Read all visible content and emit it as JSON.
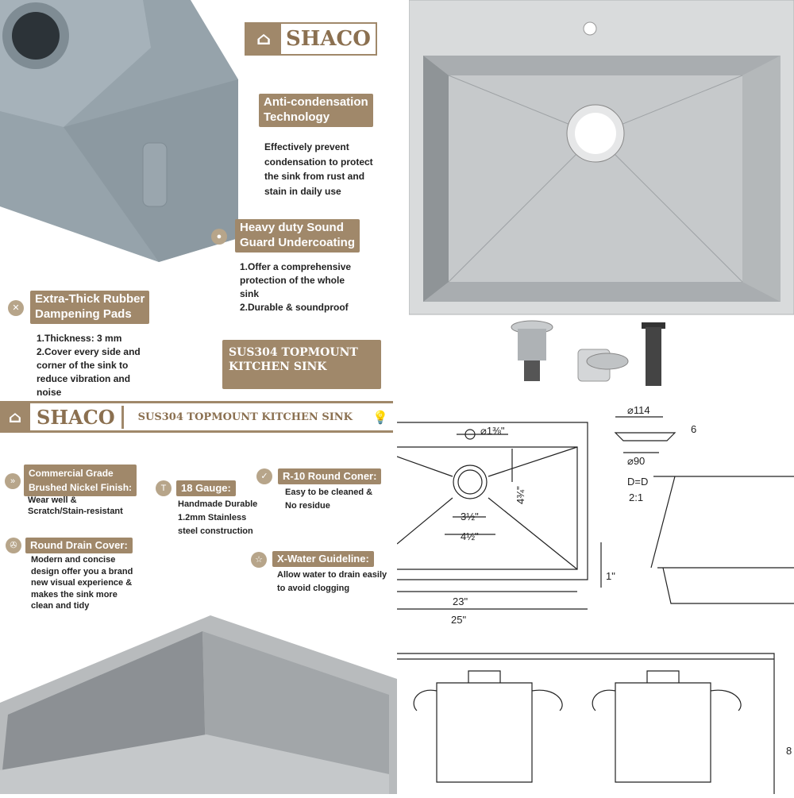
{
  "brand": "SHACO",
  "colors": {
    "accent": "#a0886a",
    "text": "#222222"
  },
  "q1": {
    "features": [
      {
        "title": "Anti-condensation\nTechnology",
        "desc": "Effectively prevent\ncondensation to protect\nthe sink from rust and\nstain in daily use"
      },
      {
        "title": "Heavy duty Sound\nGuard Undercoating",
        "desc": "1.Offer a comprehensive\nprotection of the whole\nsink\n2.Durable & soundproof"
      },
      {
        "title": "Extra-Thick Rubber\nDampening Pads",
        "desc": "1.Thickness: 3 mm\n2.Cover every side and\ncorner of the sink to\nreduce vibration and\nnoise"
      }
    ],
    "product_label": "SUS304 TOPMOUNT\nKITCHEN SINK"
  },
  "q3": {
    "banner": "SUS304 TOPMOUNT KITCHEN SINK",
    "features": [
      {
        "icon": "double-chevron-icon",
        "title": "Commercial Grade\nBrushed Nickel Finish:",
        "desc": "Wear well &\nScratch/Stain-resistant"
      },
      {
        "icon": "hammer-icon",
        "title": "18 Gauge:",
        "desc": "Handmade Durable\n1.2mm Stainless\nsteel construction"
      },
      {
        "icon": "checkmark-icon",
        "title": "R-10 Round Coner:",
        "desc": "Easy to be cleaned &\nNo residue"
      },
      {
        "icon": "fan-icon",
        "title": "Round Drain Cover:",
        "desc": "Modern and concise\ndesign offer you a brand\nnew visual experience &\nmakes the sink more\nclean and tidy"
      },
      {
        "icon": "star-icon",
        "title": "X-Water Guideline:",
        "desc": "Allow water to drain easily\nto avoid clogging"
      }
    ]
  },
  "q4": {
    "dims": {
      "faucet_hole": "⌀1⅜\"",
      "drain_depth": "4¾\"",
      "drain_inner": "3½\"",
      "drain_outer": "4½\"",
      "rim": "1\"",
      "inner_width": "23\"",
      "outer_width": "25\"",
      "cover_outer": "⌀114",
      "cover_inner": "⌀90",
      "cover_height": "6",
      "section": "D=D",
      "scale": "2:1",
      "height_partial": "8"
    }
  }
}
